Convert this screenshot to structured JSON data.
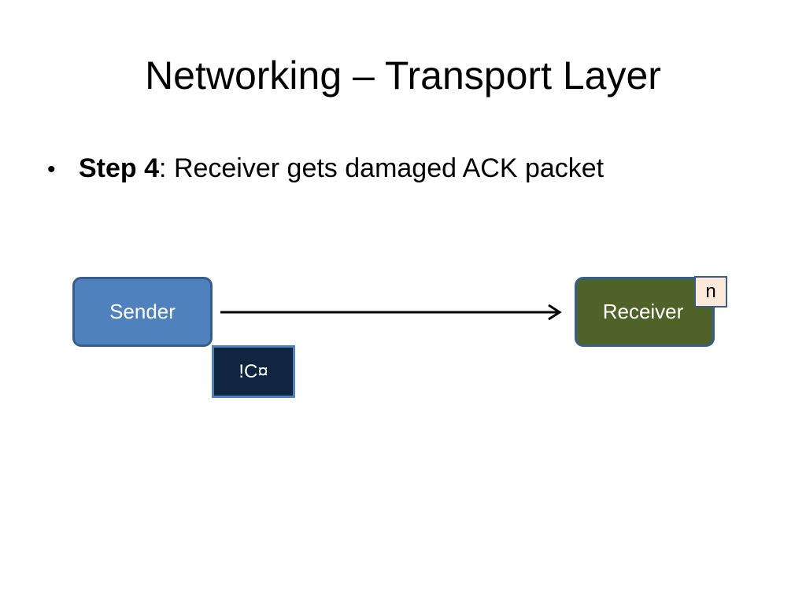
{
  "slide": {
    "title": "Networking – Transport Layer",
    "bullet": {
      "marker": "•",
      "bold": "Step 4",
      "text": ": Receiver gets damaged ACK packet"
    }
  },
  "diagram": {
    "sender_label": "Sender",
    "receiver_label": "Receiver",
    "receiver_state": "n",
    "packet_label": "!C¤",
    "colors": {
      "sender_fill": "#4F81BD",
      "receiver_fill": "#4F6228",
      "packet_fill": "#0F243E",
      "state_fill": "#FDE9D9",
      "outline": "#385D8A"
    }
  }
}
